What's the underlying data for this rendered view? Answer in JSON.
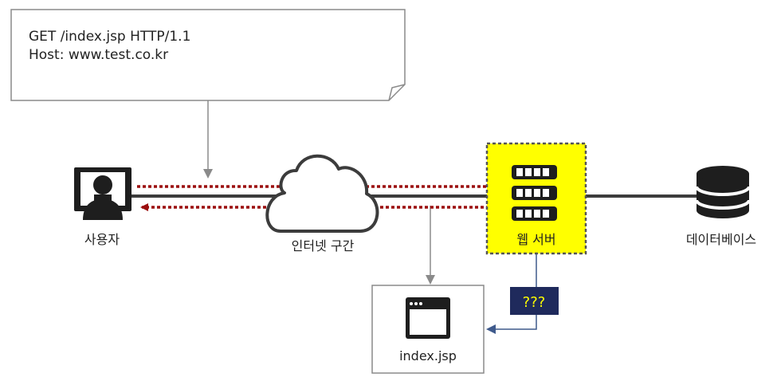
{
  "request_note": {
    "line1": "GET /index.jsp HTTP/1.1",
    "line2": "Host: www.test.co.kr"
  },
  "nodes": {
    "user": {
      "label": "사용자",
      "icon": "user-at-monitor-icon"
    },
    "internet": {
      "label": "인터넷 구간",
      "icon": "cloud-icon"
    },
    "web_server": {
      "label": "웹 서버",
      "icon": "server-rack-icon",
      "highlight_color": "#ffff00"
    },
    "database": {
      "label": "데이터베이스",
      "icon": "database-icon"
    },
    "file": {
      "label": "index.jsp",
      "icon": "browser-window-icon"
    },
    "unknown": {
      "label": "???",
      "fill_color": "#1f2a5c",
      "text_color": "#ffff00"
    }
  },
  "colors": {
    "request_arrow": "#9b0e0e",
    "main_line": "#3c3c3c",
    "connector": "#8a8a8a",
    "link_line": "#3f5a8c"
  }
}
